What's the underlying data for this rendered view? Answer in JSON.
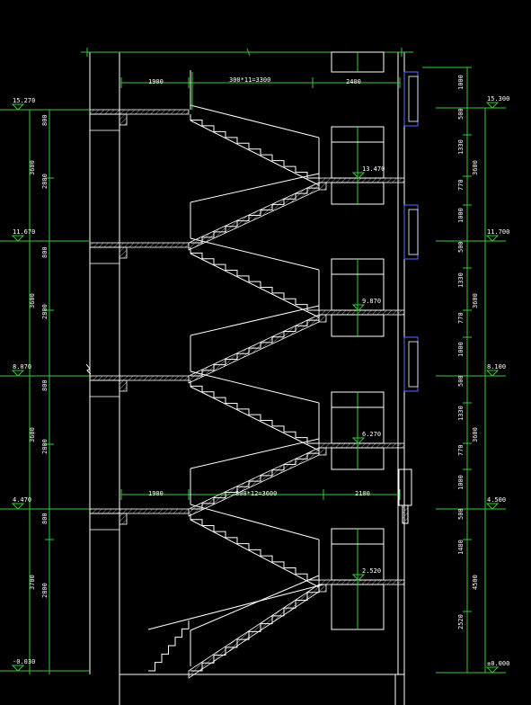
{
  "colors": {
    "background": "#000000",
    "outline": "#ffffff",
    "dimension": "#33cc33",
    "slab_hatch": "#99999a",
    "window": "#5a6cff"
  },
  "top_dims": {
    "a": "1900",
    "b": "300*11=3300",
    "c": "2400"
  },
  "bottom_dims": {
    "a": "1900",
    "b": "300*12=3600",
    "c": "2100"
  },
  "left_levels": [
    "15.270",
    "11.670",
    "8.070",
    "4.470",
    "-0.030"
  ],
  "left_outer_dims": [
    "3600",
    "3600",
    "3600",
    "3700"
  ],
  "left_inner_dims": [
    "800",
    "2800",
    "800",
    "2800",
    "800",
    "2800",
    "800",
    "2800",
    "800"
  ],
  "right_levels": [
    "15.300",
    "11.700",
    "8.100",
    "4.500",
    "±0.000"
  ],
  "right_outer_dims": [
    "3600",
    "3600",
    "3600",
    "4500"
  ],
  "right_inner_dims": [
    "1000",
    "500",
    "1330",
    "770",
    "1000",
    "500",
    "1330",
    "770",
    "1000",
    "500",
    "1330",
    "770",
    "1000",
    "500",
    "1480",
    "2520"
  ],
  "landing_levels": [
    "13.470",
    "9.870",
    "6.270",
    "2.520"
  ]
}
